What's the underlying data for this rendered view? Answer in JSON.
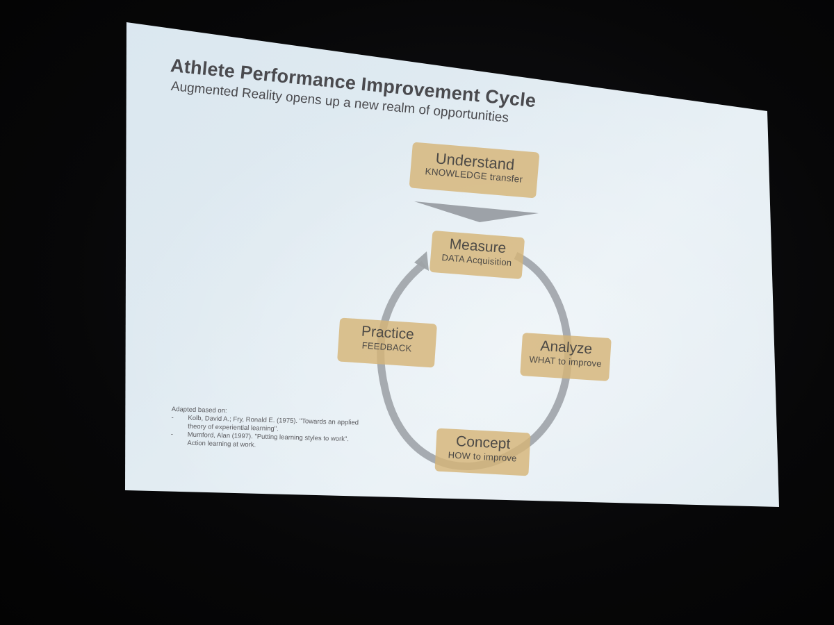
{
  "slide": {
    "title": "Athlete Performance Improvement Cycle",
    "subtitle": "Augmented Reality opens up a new realm of opportunities"
  },
  "nodes": {
    "understand": {
      "label": "Understand",
      "sublabel": "KNOWLEDGE transfer"
    },
    "measure": {
      "label": "Measure",
      "sublabel": "DATA Acquisition"
    },
    "analyze": {
      "label": "Analyze",
      "sublabel": "WHAT to improve"
    },
    "concept": {
      "label": "Concept",
      "sublabel": "HOW to improve"
    },
    "practice": {
      "label": "Practice",
      "sublabel": "FEEDBACK"
    }
  },
  "references": {
    "heading": "Adapted based on:",
    "bullet": "-",
    "items": [
      "Kolb, David A.; Fry, Ronald E. (1975). \"Towards an applied theory of experiential learning\".",
      "Mumford, Alan (1997). \"Putting learning styles to work\". Action learning at work."
    ]
  },
  "colors": {
    "node_fill": "#d6b478",
    "cycle_arrow": "#9ea3a8",
    "chevron": "#8f949a",
    "text": "#4a4a4e",
    "screen": "#dfeaf1"
  }
}
